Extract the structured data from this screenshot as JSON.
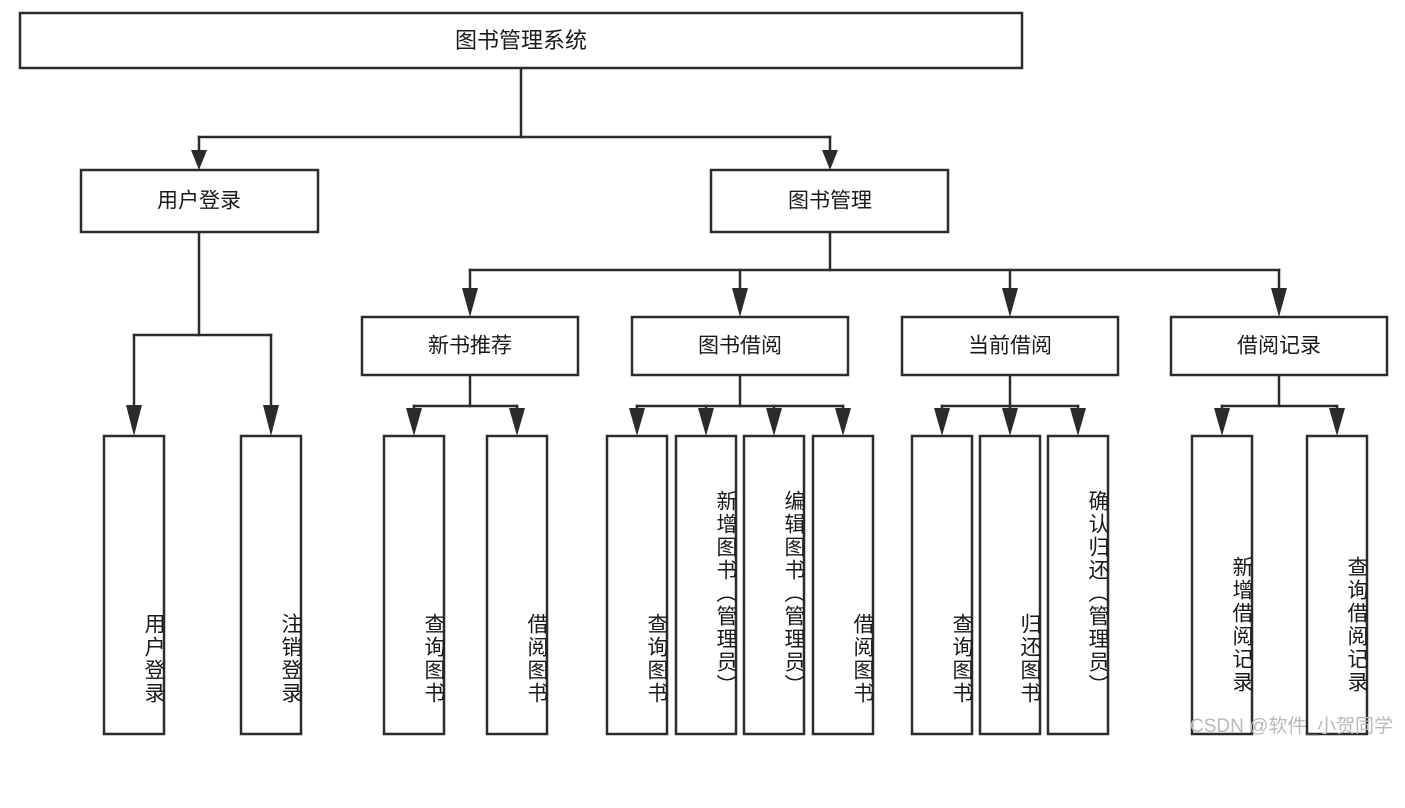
{
  "diagram": {
    "type": "hierarchy-tree",
    "title": "图书管理系统",
    "watermark": "CSDN @软件_小贺同学",
    "colors": {
      "stroke": "#2b2b2b",
      "fill": "#ffffff",
      "text": "#1a1a1a",
      "watermark": "#b9b9b9"
    },
    "levels": {
      "root": {
        "label": "图书管理系统"
      },
      "level2": [
        {
          "id": "user-login",
          "label": "用户登录"
        },
        {
          "id": "book-management",
          "label": "图书管理"
        }
      ],
      "level3": [
        {
          "id": "new-book-recommend",
          "label": "新书推荐"
        },
        {
          "id": "book-borrow",
          "label": "图书借阅"
        },
        {
          "id": "current-borrow",
          "label": "当前借阅"
        },
        {
          "id": "borrow-record",
          "label": "借阅记录"
        }
      ],
      "leaves": [
        {
          "id": "leaf-user-login",
          "label": "用户登录",
          "parent": "user-login"
        },
        {
          "id": "leaf-logout-login",
          "label": "注销登录",
          "parent": "user-login"
        },
        {
          "id": "leaf-query-book-1",
          "label": "查询图书",
          "parent": "new-book-recommend"
        },
        {
          "id": "leaf-borrow-book-1",
          "label": "借阅图书",
          "parent": "new-book-recommend"
        },
        {
          "id": "leaf-query-book-2",
          "label": "查询图书",
          "parent": "book-borrow"
        },
        {
          "id": "leaf-add-book",
          "label": "新增图书（管理员）",
          "parent": "book-borrow"
        },
        {
          "id": "leaf-edit-book",
          "label": "编辑图书（管理员）",
          "parent": "book-borrow"
        },
        {
          "id": "leaf-borrow-book-2",
          "label": "借阅图书",
          "parent": "book-borrow"
        },
        {
          "id": "leaf-query-book-3",
          "label": "查询图书",
          "parent": "current-borrow"
        },
        {
          "id": "leaf-return-book",
          "label": "归还图书",
          "parent": "current-borrow"
        },
        {
          "id": "leaf-confirm-return",
          "label": "确认归还（管理员）",
          "parent": "current-borrow"
        },
        {
          "id": "leaf-add-record",
          "label": "新增借阅记录",
          "parent": "borrow-record"
        },
        {
          "id": "leaf-query-record",
          "label": "查询借阅记录",
          "parent": "borrow-record"
        }
      ]
    }
  }
}
